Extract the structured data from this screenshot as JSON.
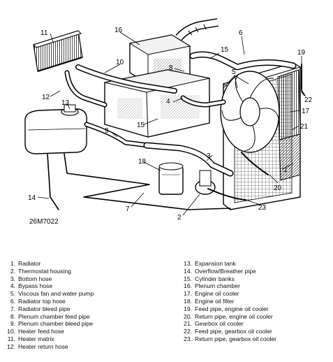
{
  "figure": {
    "id": "26M7022"
  },
  "callouts": [
    "1",
    "2",
    "3",
    "4",
    "5",
    "6",
    "7",
    "8",
    "9",
    "10",
    "11",
    "12",
    "13",
    "14",
    "15",
    "16",
    "17",
    "18",
    "19",
    "20",
    "21",
    "22",
    "23"
  ],
  "legend": {
    "left": [
      {
        "num": "1.",
        "text": "Radiator"
      },
      {
        "num": "2.",
        "text": "Thermostat housing"
      },
      {
        "num": "3.",
        "text": "Bottom hose"
      },
      {
        "num": "4.",
        "text": "Bypass hose"
      },
      {
        "num": "5.",
        "text": "Viscous fan and water pump"
      },
      {
        "num": "6.",
        "text": "Radiator top hose"
      },
      {
        "num": "7.",
        "text": "Radiator bleed pipe"
      },
      {
        "num": "8.",
        "text": "Plenum chamber feed pipe"
      },
      {
        "num": "9.",
        "text": "Plenum chamber bleed pipe"
      },
      {
        "num": "10.",
        "text": "Heater feed hose"
      },
      {
        "num": "11.",
        "text": "Heater matrix"
      },
      {
        "num": "12.",
        "text": "Heater return hose"
      }
    ],
    "right": [
      {
        "num": "13.",
        "text": "Expansion tank"
      },
      {
        "num": "14.",
        "text": "Overflow/Breather pipe"
      },
      {
        "num": "15.",
        "text": "Cylinder banks"
      },
      {
        "num": "16.",
        "text": "Plenum chamber"
      },
      {
        "num": "17.",
        "text": "Engine oil cooler"
      },
      {
        "num": "18.",
        "text": "Engine oil filter"
      },
      {
        "num": "19.",
        "text": "Feed pipe, engine oil cooler"
      },
      {
        "num": "20.",
        "text": "Return pipe, engine oil cooler"
      },
      {
        "num": "21.",
        "text": "Gearbox oil cooler"
      },
      {
        "num": "22.",
        "text": "Feed pipe, gearbox oil cooler"
      },
      {
        "num": "23.",
        "text": "Return pipe, gearbox oil cooler"
      }
    ]
  }
}
